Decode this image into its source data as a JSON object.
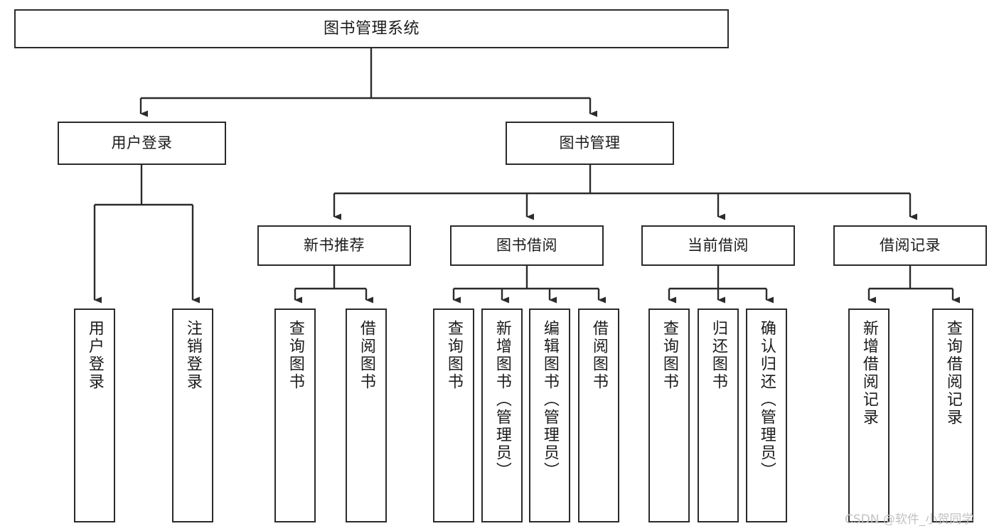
{
  "diagram": {
    "title": "图书管理系统",
    "type": "hierarchy-tree",
    "root": {
      "label": "图书管理系统"
    },
    "level1": [
      {
        "label": "用户登录"
      },
      {
        "label": "图书管理"
      }
    ],
    "level2": [
      {
        "label": "新书推荐"
      },
      {
        "label": "图书借阅"
      },
      {
        "label": "当前借阅"
      },
      {
        "label": "借阅记录"
      }
    ],
    "leaves": {
      "user_login": [
        {
          "label": "用户登录"
        },
        {
          "label": "注销登录"
        }
      ],
      "new_book_recommend": [
        {
          "label": "查询图书"
        },
        {
          "label": "借阅图书"
        }
      ],
      "book_borrow": [
        {
          "label": "查询图书"
        },
        {
          "label": "新增图书（管理员）"
        },
        {
          "label": "编辑图书（管理员）"
        },
        {
          "label": "借阅图书"
        }
      ],
      "current_borrow": [
        {
          "label": "查询图书"
        },
        {
          "label": "归还图书"
        },
        {
          "label": "确认归还（管理员）"
        }
      ],
      "borrow_record": [
        {
          "label": "新增借阅记录"
        },
        {
          "label": "查询借阅记录"
        }
      ]
    }
  },
  "watermark": {
    "text": "CSDN @软件_小贺同学"
  },
  "colors": {
    "stroke": "#2b2b2b",
    "background": "#ffffff",
    "text": "#1b1b1b",
    "watermark": "#c2c2c2"
  }
}
